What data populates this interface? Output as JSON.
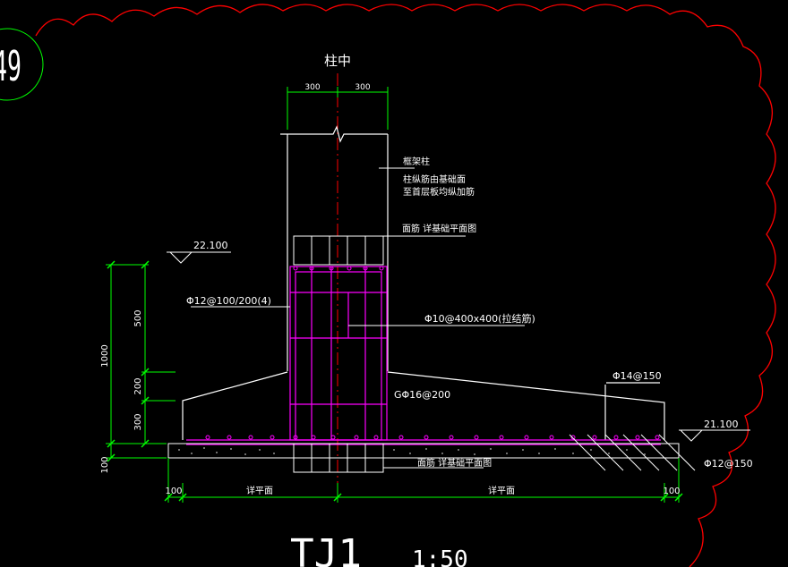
{
  "drawing": {
    "axis_id": "49",
    "column_center_label": "柱中",
    "dim_left_top": "300",
    "dim_right_top": "300",
    "column_note_1": "框架柱",
    "column_note_2": "柱纵筋由基础面",
    "column_note_3": "至首层板均纵加筋",
    "top_rebar_note": "面筋 详基础平面图",
    "elevation_top": "22.100",
    "elevation_right": "21.100",
    "stirrup_label": "Φ12@100/200(4)",
    "tie_label": "Φ10@400x400(拉结筋)",
    "side_bar_label": "GΦ16@200",
    "slab_bar_label": "Φ14@150",
    "bottom_rebar_note": "面筋 详基础平面图",
    "bottom_bar_label": "Φ12@150",
    "dim_total_height": "1000",
    "dim_500": "500",
    "dim_200": "200",
    "dim_300": "300",
    "dim_100_vertical": "100",
    "dim_100_left": "100",
    "dim_100_right": "100",
    "detail_left": "详平面",
    "detail_right": "详平面",
    "title": "TJ1",
    "scale": "1:50"
  },
  "colors": {
    "background": "#000000",
    "line_white": "#ffffff",
    "dim_green": "#00ff00",
    "rebar_magenta": "#ff00ff",
    "cloud_red": "#ff0000",
    "center_red": "#ff0000"
  }
}
